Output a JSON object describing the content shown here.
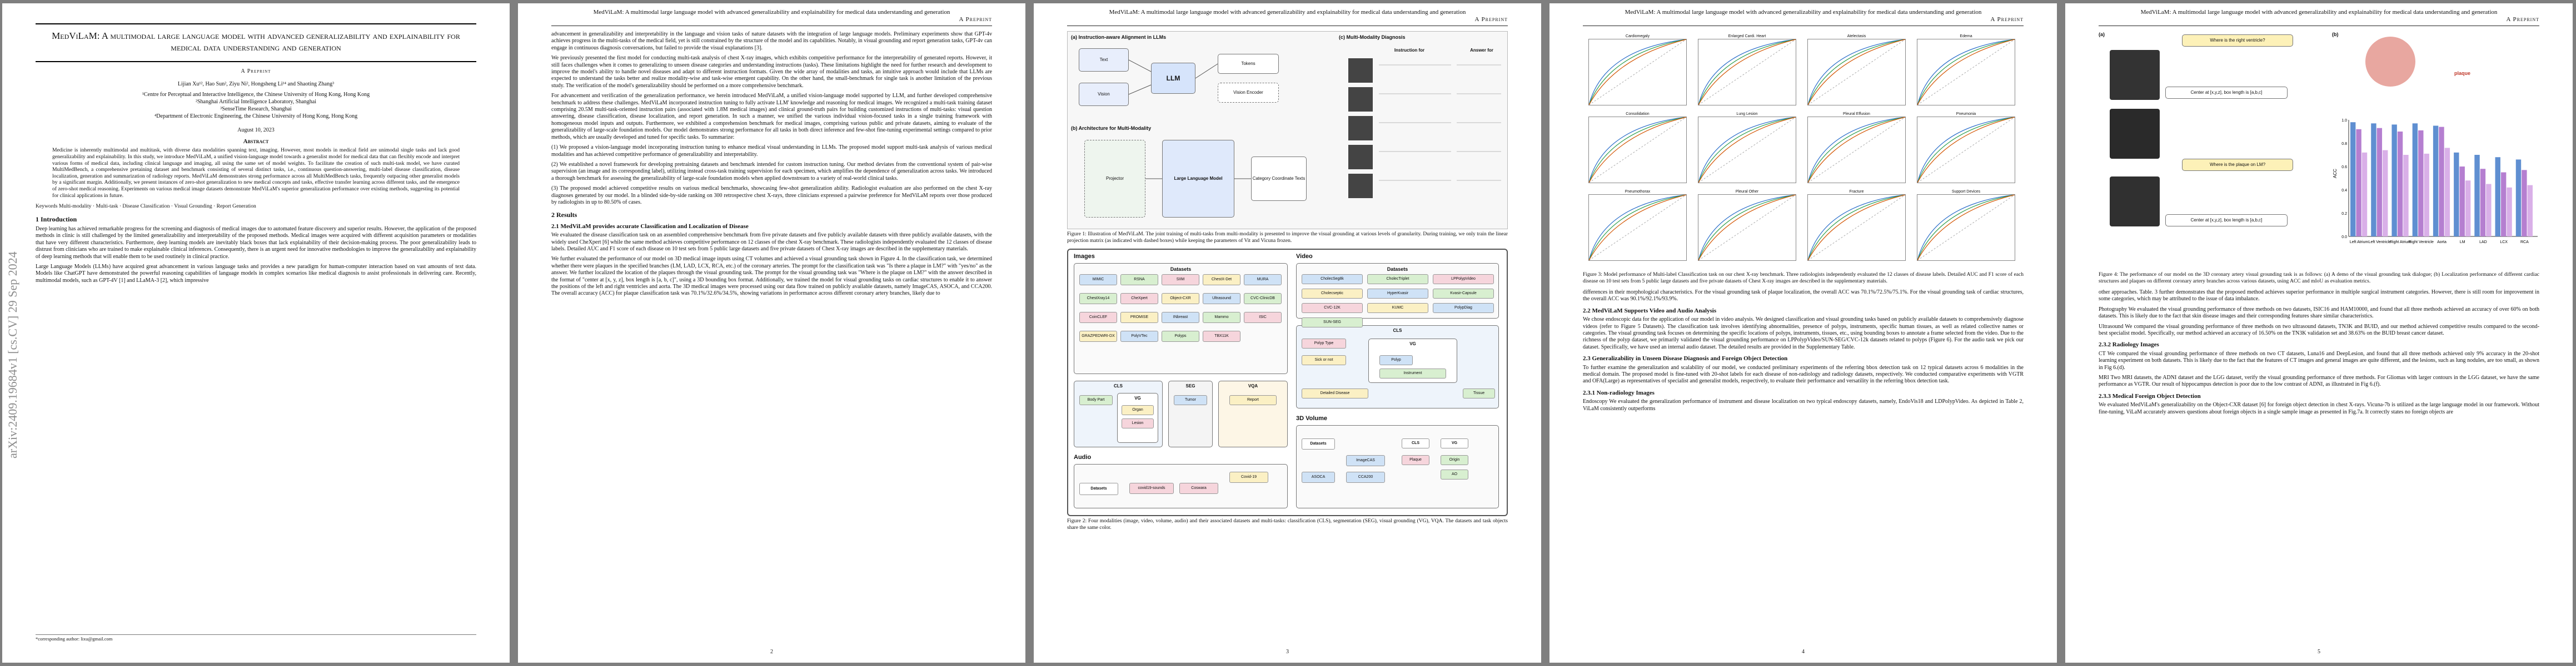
{
  "arxiv_id": "arXiv:2409.19684v1  [cs.CV]  29 Sep 2024",
  "running_header": "MedViLaM: A multimodal large language model with advanced generalizability and explainability for medical data understanding and generation",
  "preprint": "A Preprint",
  "page_numbers": [
    "2",
    "3",
    "4",
    "5"
  ],
  "p1": {
    "title": "MedViLaM: A multimodal large language model with advanced generalizability and explainability for medical data understanding and generation",
    "preprint": "A Preprint",
    "authors": "Lijian Xu¹², Hao Sun², Ziyu Ni², Hongsheng Li¹⁴ and Shaoting Zhang³",
    "affil1": "¹Centre for Perceptual and Interactive Intelligence, the Chinese University of Hong Kong, Hong Kong",
    "affil2": "²Shanghai Artificial Intelligence Laboratory, Shanghai",
    "affil3": "³SenseTime Research, Shanghai",
    "affil4": "⁴Department of Electronic Engineering, the Chinese University of Hong Kong, Hong Kong",
    "date": "August 10, 2023",
    "abstract_title": "Abstract",
    "abstract": "Medicine is inherently multimodal and multitask, with diverse data modalities spanning text, imaging. However, most models in medical field are unimodal single tasks and lack good generalizability and explainability. In this study, we introduce MedViLaM, a unified vision-language model towards a generalist model for medical data that can flexibly encode and interpret various forms of medical data, including clinical language and imaging, all using the same set of model weights. To facilitate the creation of such multi-task model, we have curated MultiMedBench, a comprehensive pretaining dataset and benchmark consisting of several distinct tasks, i.e., continuous question-answering, multi-label disease classification, disease localization, generation and summarization of radiology reports. MedViLaM demonstrates strong performance across all MultiMedBench tasks, frequently outpacing other generalist models by a significant margin. Additionally, we present instances of zero-shot generalization to new medical concepts and tasks, effective transfer learning across different tasks, and the emergence of zero-shot medical reasoning. Experiments on various medical image datasets demonstrate MedViLaM's superior generalization performance over existing methods, suggesting its potential for clinical applications in future.",
    "keywords": "Keywords  Multi-modality · Multi-task · Disease Classification · Visual Grounding · Report Generation",
    "sec1": "1   Introduction",
    "intro1": "Deep learning has achieved remarkable progress for the screening and diagnosis of medical images due to automated feature discovery and superior results. However, the application of the proposed methods in clinic is still challenged by the limited generalizability and interpretability of the proposed methods. Medical images were acquired with different acquisition parameters or modalities that have very different characteristics. Furthermore, deep learning models are inevitably black boxes that lack explainability of their decision-making process. The poor generalizability leads to distrust from clinicians who are trained to make explainable clinical inferences. Consequently, there is an urgent need for innovative methodologies to improve the generalizability and explainability of deep learning methods that will enable them to be used routinely in clinical practice.",
    "intro2": "Large Language Models (LLMs) have acquired great advancement in various language tasks and provides a new paradigm for human-computer interaction based on vast amounts of text data. Models like ChatGPT have demonstrated the powerful reasoning capabilities of language models in complex scenarios like medical diagnosis to assist professionals in delivering care. Recently, multimodal models, such as GPT-4V [1] and LLaMA-3 [2], which impressive",
    "footnote": "*corresponding author: lixu@gmail.com"
  },
  "p2": {
    "para1": "advancement in generalizability and interpretability in the language and vision tasks of nature datasets with the integration of large language models. Preliminary experiments show that GPT-4v achieves progress in the multi-tasks of the medical field, yet is still constrained by the structure of the model and its capabilities. Notably, in visual grounding and report generation tasks, GPT-4v can engage in continuous diagnosis conversations, but failed to provide the visual explanations [3].",
    "para2": "We previously presented the first model for conducting multi-task analysis of chest X-ray images, which exhibits competitive performance for the interpretability of generated reports. However, it still faces challenges when it comes to generalizing to unseen disease categories and understanding instructions (tasks). These limitations highlight the need for further research and development to improve the model's ability to handle novel diseases and adapt to different instruction formats. Given the wide array of modalities and tasks, an intuitive approach would include that LLMs are expected to understand the tasks better and realize modality-wise and task-wise emergent capability. On the other hand, the small-benchmark for single task is another limitation of the previous study. The verification of the model's generalizability should be performed on a more comprehensive benchmark.",
    "para3": "For advancement and verification of the generalization performance, we herein introduced MedViLaM, a unified vision-language model supported by LLM, and further developed comprehensive benchmark to address these challenges. MedViLaM incorporated instruction tuning to fully activate LLM' knowledge and reasoning for medical images. We recognized a multi-task training dataset comprising 20.5M multi-task-oriented instruction pairs (associated with 1.8M medical images) and clinical ground-truth pairs for building customized instructions of multi-tasks: visual question answering, disease classification, disease localization, and report generation. In such a manner, we unified the various individual vision-focused tasks in a single training framework with homogeneous model inputs and outputs. Furthermore, we exhibited a comprehension benchmark for medical images, comprising various public and private datasets, aiming to evaluate of the generalizability of large-scale foundation models. Our model demonstrates strong performance for all tasks in both direct inference and few-shot fine-tuning experimental settings compared to prior methods, which are usually developed and tuned for specific tasks. To summarize:",
    "bullet1": "(1) We proposed a vision-language model incorporating instruction tuning to enhance medical visual understanding in LLMs. The proposed model support multi-task analysis of various medical modalities and has achieved competitive performance of generalizability and interpretability.",
    "bullet2": "(2) We established a novel framework for developing pretraining datasets and benchmark intended for custom instruction tuning. Our method deviates from the conventional system of pair-wise supervision (an image and its corresponding label), utilizing instead cross-task training supervision for each specimen, which amplifies the dependence of generalization across tasks. We introduced a thorough benchmark for assessing the generalizability of large-scale foundation models when applied downstream to a variety of real-world clinical tasks.",
    "bullet3": "(3) The proposed model achieved competitive results on various medical benchmarks, showcasing few-shot generalization ability. Radiologist evaluation are also performed on the chest X-ray diagnoses generated by our model. In a blinded side-by-side ranking on 300 retrospective chest X-rays, three clinicians expressed a pairwise preference for MedViLaM reports over those produced by radiologists in up to 80.50% of cases.",
    "sec2": "2   Results",
    "sec21": "2.1   MedViLaM provides accurate Classification and Localization of Disease",
    "para4": "We evaluated the disease classification task on an assembled comprehensive benchmark from five private datasets and five publicly available datasets with three publicly available datasets, with the widely used CheXpert [6] while the same method achieves competitive performance on 12 classes of the chest X-ray benchmark. These radiologists independently evaluated the 12 classes of disease labels. Detailed AUC and F1 score of each disease on 10 test sets from 5 public large datasets and five private datasets of Chest X-ray images are described in the supplementary materials.",
    "para5": "We further evaluated the performance of our model on 3D medical image inputs using CT volumes and achieved a visual grounding task shown in Figure 4. In the classification task, we determined whether there were plaques in the specified branches (LM, LAD, LCX, RCA, etc.) of the coronary arteries. The prompt for the classification task was \"Is there a plaque in LM?\" with \"yes/no\" as the answer. We further localized the location of the plaques through the visual grounding task. The prompt for the visual grounding task was \"Where is the plaque on LM?\" with the answer described in the format of \"center at [x, y, z], box length is [a, b, c]\", using a 3D bounding box format. Additionally, we trained the model for visual grounding tasks on cardiac structures to enable it to answer the positions of the left and right ventricles and aorta. The 3D medical images were processed using our data flow trained on publicly available datasets, namely ImageCAS, ASOCA, and CCA200. The overall accuracy (ACC) for plaque classification task was 70.1%/32.6%/34.5%, showing variations in performance across different coronary artery branches, likely due to"
  },
  "p3": {
    "fig1_panel_a": "(a) Instruction-aware Alignment in LLMs",
    "fig1_panel_b": "(b) Architecture for Multi-Modality",
    "fig1_panel_c": "(c) Multi-Modality Diagnosis",
    "fig1_llm": "LLM",
    "fig1_text_in": "Text",
    "fig1_vision": "Vision",
    "fig1_tokens": "Tokens",
    "fig1_encoder": "Vision Encoder",
    "fig1_instr": "Instruction for",
    "fig1_ans": "Answer for",
    "fig1_lmm": "Large Language Model",
    "fig1_proj": "Projector",
    "fig1_out": "Category Coordinate Texts",
    "fig1_caption": "Figure 1: Illustration of MedViLaM. The joint training of multi-tasks from multi-modality is presented to improve the visual grounding at various levels of granularity. During training, we only train the linear projection matrix (as indicated with dashed boxes) while keeping the parameters of Vit and Vicuna frozen.",
    "fig2_images": "Images",
    "fig2_video": "Video",
    "fig2_datasets": "Datasets",
    "fig2_img_datasets": [
      "MIMIC",
      "RSNA",
      "SIIM",
      "ChestX-Det",
      "MURA",
      "ChestXray14",
      "CheXpert",
      "Object-CXR",
      "Ultrasound",
      "CVC-ClinicDB",
      "CoinCLEF",
      "PROMISE",
      "INbreast",
      "Mammo",
      "ISIC",
      "GRAZPEDWRI-DX",
      "PolyVTec",
      "Polyps",
      "TBX11K"
    ],
    "fig2_vid_datasets": [
      "CholecSeg8k",
      "CholecTriplet",
      "LPPolypVideo",
      "Cholecseptic",
      "HyperKvasir",
      "Kvasir-Capsule",
      "CVC-12K",
      "KUMC",
      "PolypDiag",
      "SUN-SEG"
    ],
    "fig2_cls": "CLS",
    "fig2_seg": "SEG",
    "fig2_vqa": "VQA",
    "fig2_vg": "VG",
    "fig2_body": "Body Part",
    "fig2_organ": "Organ",
    "fig2_lesion": "Lesion",
    "fig2_tumor": "Tumor",
    "fig2_report": "Report",
    "fig2_polyp_type": "Polyp Type",
    "fig2_sick": "Sick or not",
    "fig2_detailed": "Detailed Disease",
    "fig2_polyp": "Polyp",
    "fig2_instr": "Instrument",
    "fig2_tissue": "Tissue",
    "fig2_audio": "Audio",
    "fig2_3d": "3D Volume",
    "fig2_audio_ds": [
      "Covid-19",
      "covid19-sounds",
      "Coswara"
    ],
    "fig2_3d_ds": [
      "ASOCA",
      "ImageCAS",
      "CCA200"
    ],
    "fig2_origin": "Origin",
    "fig2_ao": "AO",
    "fig2_plaque": "Plaque",
    "fig2_caption": "Figure 2: Four modalities (image, video, volume, audio) and their associated datasets and multi-tasks: classification (CLS), segmentation (SEG), visual grounding (VG), VQA. The datasets and task objects share the same color."
  },
  "p4": {
    "plots": [
      "Cardiomegaly",
      "Enlarged Cardi. Heart",
      "Atelectasis",
      "Edema",
      "Consolidation",
      "Lung Lesion",
      "Pleural Effusion",
      "Pneumonia",
      "Pneumothorax",
      "Pleural Other",
      "Fracture",
      "Support Devices"
    ],
    "fig3_caption": "Figure 3: Model performance of Multi-label Classification task on our chest X-ray benchmark. Three radiologists independently evaluated the 12 classes of disease labels. Detailed AUC and F1 score of each disease on 10 test sets from 5 public large datasets and five private datasets of Chest X-ray images are described in the supplementary materials.",
    "para1": "differences in their morphological characteristics. For the visual grounding task of plaque localization, the overall ACC was 70.1%/72.5%/75.1%. For the visual grounding task of cardiac structures, the overall ACC was 90.1%/92.1%/93.9%.",
    "sec22": "2.2   MedViLaM Supports Video and Audio Analysis",
    "para2": "We chose endoscopic data for the application of our model in video analysis. We designed classification and visual grounding tasks based on publicly available datasets to comprehensively diagnose videos (refer to Figure 5 Datasets). The classification task involves identifying abnormalities, presence of polyps, instruments, specific human tissues, as well as related collective names or categories. The visual grounding task focuses on determining the specific locations of polyps, instruments, tissues, etc., using bounding boxes to annotate a frame selected from the video. Due to the richness of the polyp dataset, we primarily validated the visual grounding performance on LPPolypVideo/SUN-SEG/CVC-12k datasets related to polyps (Figure 6). For the audio task we pick our dataset. Specifically, we have used an internal audio dataset. The detailed results are provided in the Supplementary Table.",
    "sec23": "2.3   Generalizability in Unseen Disease Diagnosis and Foreign Object Detection",
    "para3": "To further examine the generalization and scalability of our model, we conducted preliminary experiments of the referring bbox detection task on 12 typical datasets across 6 modalities in the medical domain. The proposed model is fine-tuned with 20-shot labels for each disease of non-radiology and radiology datasets, respectively. We conducted comparative experiments with VGTR and OFA(Large) as representatives of specialist and generalist models, respectively, to evaluate their performance and versatility in the referring bbox detection task.",
    "sec231": "2.3.1   Non-radiology Images",
    "para4": "Endoscopy  We evaluated the generalization performance of instrument and disease localization on two typical endoscopy datasets, namely, EndoVis18 and LDPolypVideo. As depicted in Table 2, ViLaM consistently outperforms"
  },
  "p5": {
    "panel_a": "(a)",
    "panel_b": "(b)",
    "q1": "Where is the right ventricle?",
    "a1": "Center at [x,y,z], box length is [a,b,c]",
    "q2": "Where is the plaque on LM?",
    "a2": "Center at [x,y,z], box length is [a,b,c]",
    "plaque_label": "plaque",
    "fig4_caption": "Figure 4: The performance of our model on the 3D coronary artery visual grounding task is as follows: (a) A demo of the visual grounding task dialogue; (b) Localization performance of different cardiac structures and plaques on different coronary artery branches across various datasets, using ACC and mIoU as evaluation metrics.",
    "para1": "other approaches. Table. 3 further demonstrates that the proposed method achieves superior performance in multiple surgical instrument categories. However, there is still room for improvement in some categories, which may be attributed to the issue of data imbalance.",
    "para2": "Photography  We evaluated the visual grounding performance of three methods on two datasets, ISIC16 and HAM10000, and found that all three methods achieved an accuracy of over 60% on both datasets. This is likely due to the fact that skin disease images and their corresponding features share similar characteristics.",
    "para3": "Ultrasound  We compared the visual grounding performance of three methods on two ultrasound datasets, TN3K and BUID, and our method achieved competitive results compared to the second-best specialist model. Specifically, our method achieved an accuracy of 16.50% on the TN3K validation set and 38.63% on the BUID breast cancer dataset.",
    "sec232": "2.3.2   Radiology Images",
    "para4": "CT  We compared the visual grounding performance of three methods on two CT datasets, Luna16 and DeepLesion, and found that all three methods achieved only 9% accuracy in the 20-shot learning experiment on both datasets. This is likely due to the fact that the features of CT images and general images are quite different, and the lesions, such as lung nodules, are too small, as shown in Fig 6.(d).",
    "para5": "MRI  Two MRI datasets, the ADNI dataset and the LGG dataset, verify the visual grounding performance of three methods. For Gliomas with larger contours in the LGG dataset, we have the same performance as VGTR. Our result of hippocampus detection is poor due to the low contrast of ADNI, as illustrated in Fig 6.(f).",
    "sec233": "2.3.3   Medical Foreign Object Detection",
    "para6": "We evaluated MedViLaM's generalizability on the Object-CXR dataset [6] for foreign object detection in chest X-rays. Vicuna-7b is utilized as the large language model in our framework. Without fine-tuning, ViLaM accurately answers questions about foreign objects in a single sample image as presented in Fig.7a. It correctly states no foreign objects are",
    "chart_data": {
      "type": "bar",
      "categories": [
        "Left Atrium",
        "Left Ventricle",
        "Right Atrium",
        "Right Ventricle",
        "Aorta",
        "LM",
        "LAD",
        "LCX",
        "RCA"
      ],
      "series": [
        {
          "values": [
            0.98,
            0.97,
            0.96,
            0.97,
            0.95,
            0.72,
            0.7,
            0.68,
            0.66
          ]
        },
        {
          "values": [
            0.92,
            0.93,
            0.9,
            0.91,
            0.94,
            0.6,
            0.58,
            0.55,
            0.57
          ]
        },
        {
          "values": [
            0.72,
            0.74,
            0.7,
            0.71,
            0.76,
            0.48,
            0.45,
            0.42,
            0.44
          ]
        }
      ],
      "ylabel": "ACC",
      "ylim": [
        0,
        1
      ]
    }
  },
  "colors": {
    "chip_blue": "#cfe2f6",
    "chip_green": "#d8efd0",
    "chip_pink": "#f6d5dc",
    "chip_yellow": "#fbf0c4",
    "bar1": "#5f8fd1",
    "bar2": "#b57fd0",
    "bar3": "#d9b0e8"
  }
}
